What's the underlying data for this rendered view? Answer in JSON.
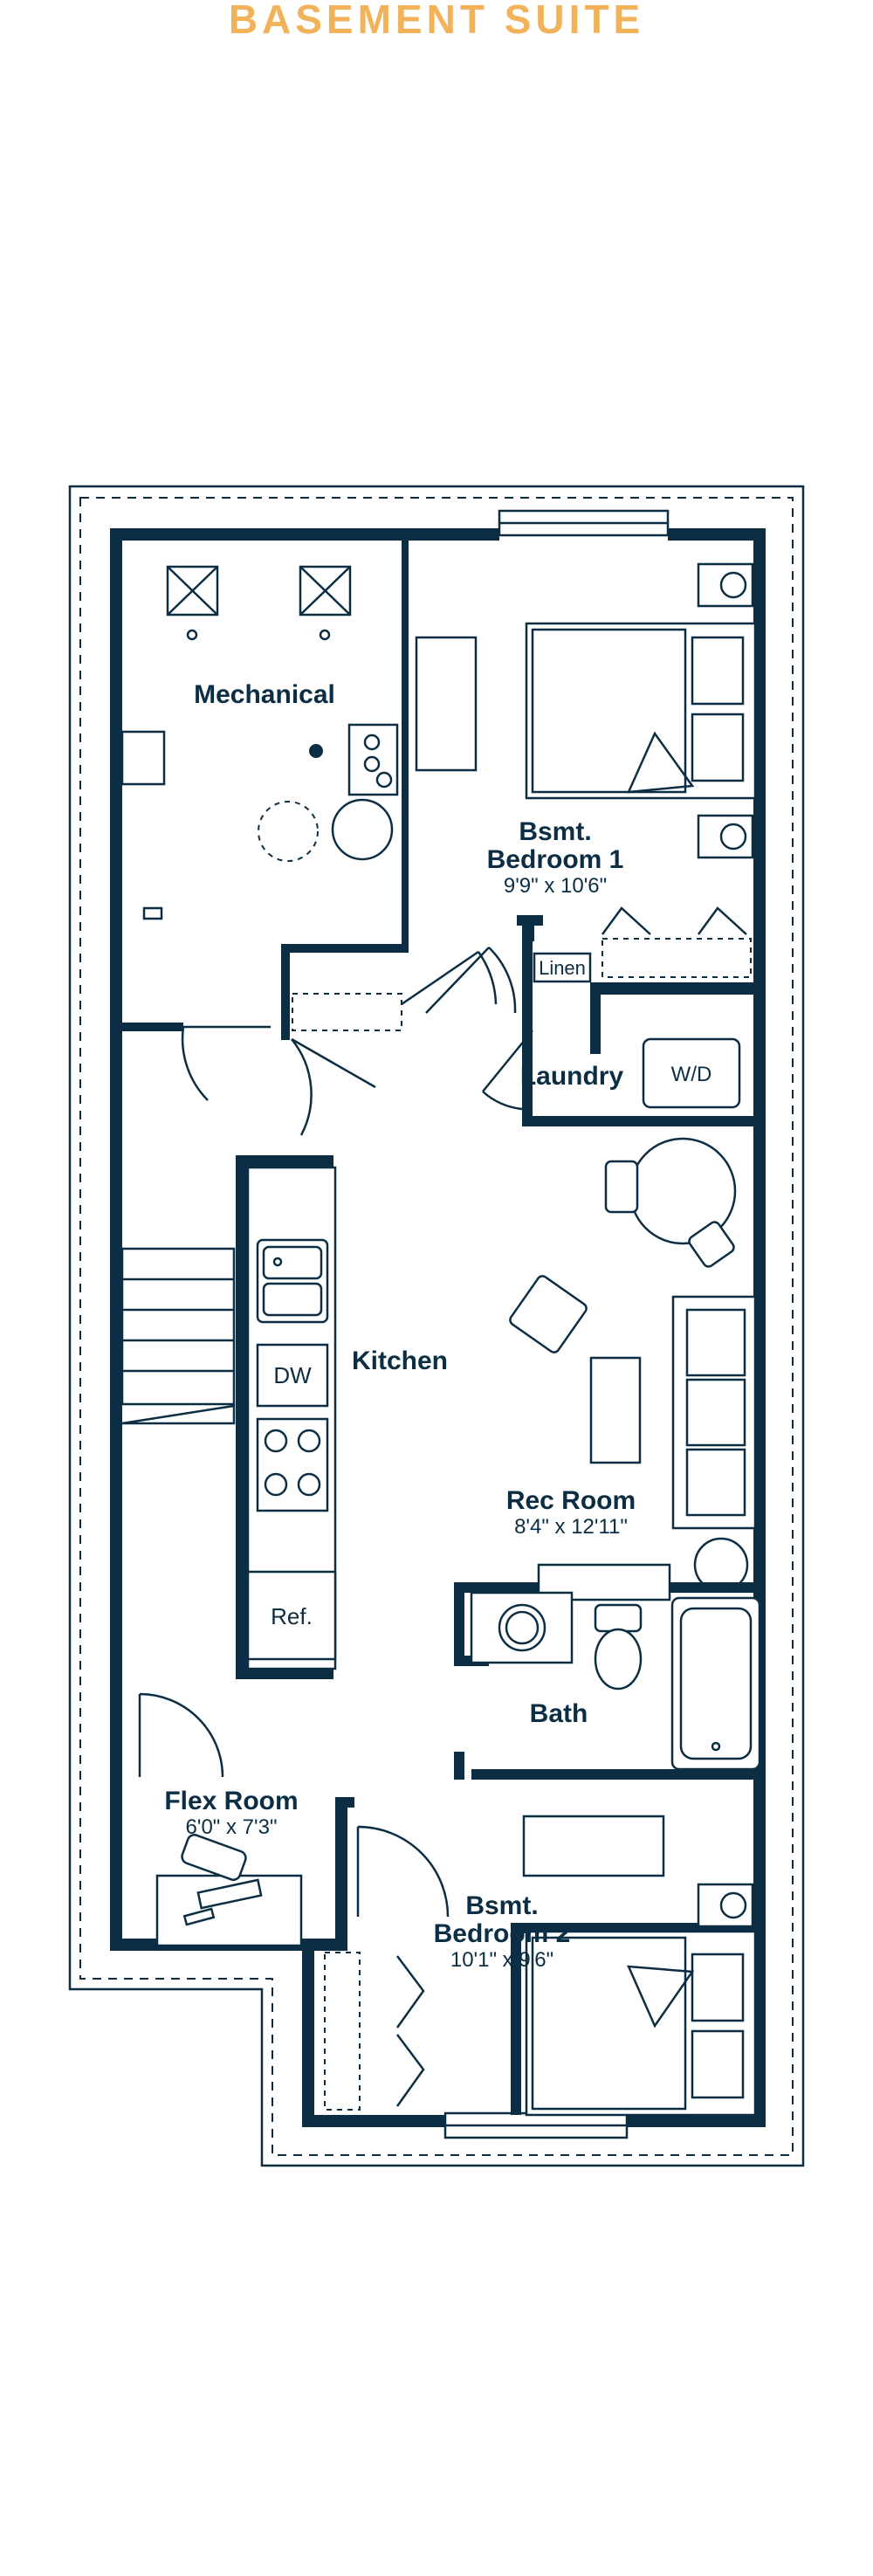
{
  "header": {
    "title": "BASEMENT SUITE"
  },
  "rooms": {
    "mechanical": {
      "name": "Mechanical"
    },
    "bedroom1": {
      "name_line1": "Bsmt.",
      "name_line2": "Bedroom 1",
      "dims": "9'9\" x 10'6\""
    },
    "linen": {
      "name": "Linen"
    },
    "laundry": {
      "name": "Laundry",
      "appliance": "W/D"
    },
    "kitchen": {
      "name": "Kitchen",
      "dishwasher": "DW",
      "fridge": "Ref."
    },
    "rec_room": {
      "name": "Rec Room",
      "dims": "8'4\" x 12'11\""
    },
    "bath": {
      "name": "Bath"
    },
    "flex_room": {
      "name": "Flex Room",
      "dims": "6'0\" x 7'3\""
    },
    "bedroom2": {
      "name_line1": "Bsmt.",
      "name_line2": "Bedroom 2",
      "dims": "10'1\" x 9'6\""
    }
  },
  "colors": {
    "wall": "#0c2e44",
    "title": "#f2b25a",
    "background": "#ffffff"
  }
}
